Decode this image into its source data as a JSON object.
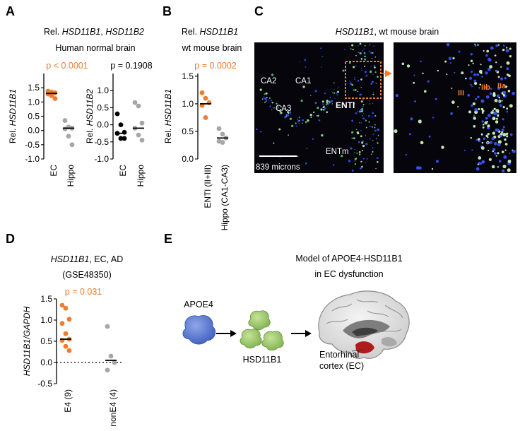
{
  "colors": {
    "orange": "#ed7d31",
    "gray": "#a6a6a6",
    "black": "#000000",
    "microscopy_bg": "#05050b",
    "label_white": "#ffffff"
  },
  "panel_letters": [
    "A",
    "B",
    "C",
    "D",
    "E"
  ],
  "panel_a": {
    "title_prefix": "Rel. ",
    "title_gene1": "HSD11B1",
    "title_sep": ", ",
    "title_gene2": "HSD11B2",
    "subtitle": "Human  normal brain"
  },
  "panel_b": {
    "title_prefix": "Rel. ",
    "title_gene": "HSD11B1",
    "subtitle": "wt mouse brain"
  },
  "panel_c": {
    "title_gene": "HSD11B1",
    "title_suffix": ", wt mouse brain",
    "labels": {
      "ca2": "CA2",
      "ca1": "CA1",
      "ca3": "CA3",
      "entl": "ENTl",
      "entm": "ENTm"
    },
    "scale_bar": "839 microns",
    "layers": {
      "iii": "III",
      "iib": "IIb",
      "iia": "IIa"
    }
  },
  "panel_d": {
    "title_gene": "HSD11B1",
    "title_suffix": ", EC, AD",
    "subtitle": "(GSE48350)"
  },
  "panel_e": {
    "title_line1": "Model of APOE4-HSD11B1",
    "title_line2": "in EC dysfunction",
    "apoe4": "APOE4",
    "hsd": "HSD11B1",
    "ec_line1": "Entorhinal",
    "ec_line2": "cortex (EC)"
  },
  "chart_data": [
    {
      "id": "A1",
      "type": "scatter",
      "ylabel_prefix": "Rel. ",
      "ylabel_gene": "HSD11B1",
      "ylim": [
        -1.0,
        2.0
      ],
      "yticks": [
        -1.0,
        -0.5,
        0.0,
        0.5,
        1.0,
        1.5
      ],
      "ytick_labels": [
        "-1.0",
        "-0.5",
        "0.0",
        "0.5",
        "1.0",
        "1.5"
      ],
      "pvalue": "p < 0.0001",
      "pvalue_color": "orange",
      "categories": [
        "EC",
        "Hippo"
      ],
      "series": [
        {
          "category": "EC",
          "color": "orange",
          "median": 1.3,
          "values": [
            1.38,
            1.35,
            1.32,
            1.28,
            1.22,
            1.12
          ]
        },
        {
          "category": "Hippo",
          "color": "gray",
          "median": 0.08,
          "values": [
            0.35,
            0.12,
            0.08,
            0.05,
            -0.2,
            -0.5
          ]
        }
      ]
    },
    {
      "id": "A2",
      "type": "scatter",
      "ylabel_prefix": "Rel. ",
      "ylabel_gene": "HSD11B2",
      "ylim": [
        -1.0,
        1.5
      ],
      "yticks": [
        -1.0,
        -0.5,
        0.0,
        0.5,
        1.0
      ],
      "ytick_labels": [
        "-1.0",
        "-0.5",
        "0.0",
        "0.5",
        "1.0"
      ],
      "pvalue": "p = 0.1908",
      "pvalue_color": "black",
      "categories": [
        "EC",
        "Hippo"
      ],
      "series": [
        {
          "category": "EC",
          "color": "black",
          "median": -0.25,
          "values": [
            0.32,
            0.0,
            -0.22,
            -0.25,
            -0.4,
            -0.4
          ]
        },
        {
          "category": "Hippo",
          "color": "gray",
          "median": -0.1,
          "values": [
            0.65,
            0.55,
            0.05,
            -0.1,
            -0.3,
            -0.45
          ]
        }
      ]
    },
    {
      "id": "B",
      "type": "scatter",
      "ylabel_prefix": "Rel. ",
      "ylabel_gene": "HSD11B1",
      "ylim": [
        0.0,
        1.55
      ],
      "yticks": [
        0.0,
        0.5,
        1.0,
        1.5
      ],
      "ytick_labels": [
        "0.0",
        "0.5",
        "1.0",
        "1.5"
      ],
      "pvalue": "p = 0.0002",
      "pvalue_color": "orange",
      "categories": [
        "ENTl (II+III)",
        "Hippo (CA1-CA3)"
      ],
      "series": [
        {
          "category": "ENTl (II+III)",
          "color": "orange",
          "median": 1.0,
          "values": [
            1.2,
            1.1,
            1.02,
            0.97,
            0.75
          ]
        },
        {
          "category": "Hippo (CA1-CA3)",
          "color": "gray",
          "median": 0.38,
          "values": [
            0.55,
            0.45,
            0.38,
            0.32,
            0.3
          ]
        }
      ]
    },
    {
      "id": "D",
      "type": "scatter",
      "ylabel_gene": "HSD11B1/GAPDH",
      "ylim": [
        -0.5,
        1.5
      ],
      "yticks": [
        -0.5,
        0.0,
        0.5,
        1.0,
        1.5
      ],
      "ytick_labels": [
        "-0.5",
        "0.0",
        "0.5",
        "1.0",
        "1.5"
      ],
      "pvalue": "p = 0.031",
      "pvalue_color": "orange",
      "categories": [
        "E4 (9)",
        "nonE4 (4)"
      ],
      "zero_dotted": true,
      "series": [
        {
          "category": "E4 (9)",
          "color": "orange",
          "median": 0.55,
          "values": [
            1.35,
            1.28,
            1.02,
            0.92,
            0.68,
            0.55,
            0.52,
            0.38,
            0.28
          ]
        },
        {
          "category": "nonE4 (4)",
          "color": "gray",
          "median": 0.05,
          "values": [
            0.85,
            0.15,
            0.0,
            -0.18
          ]
        }
      ]
    }
  ]
}
